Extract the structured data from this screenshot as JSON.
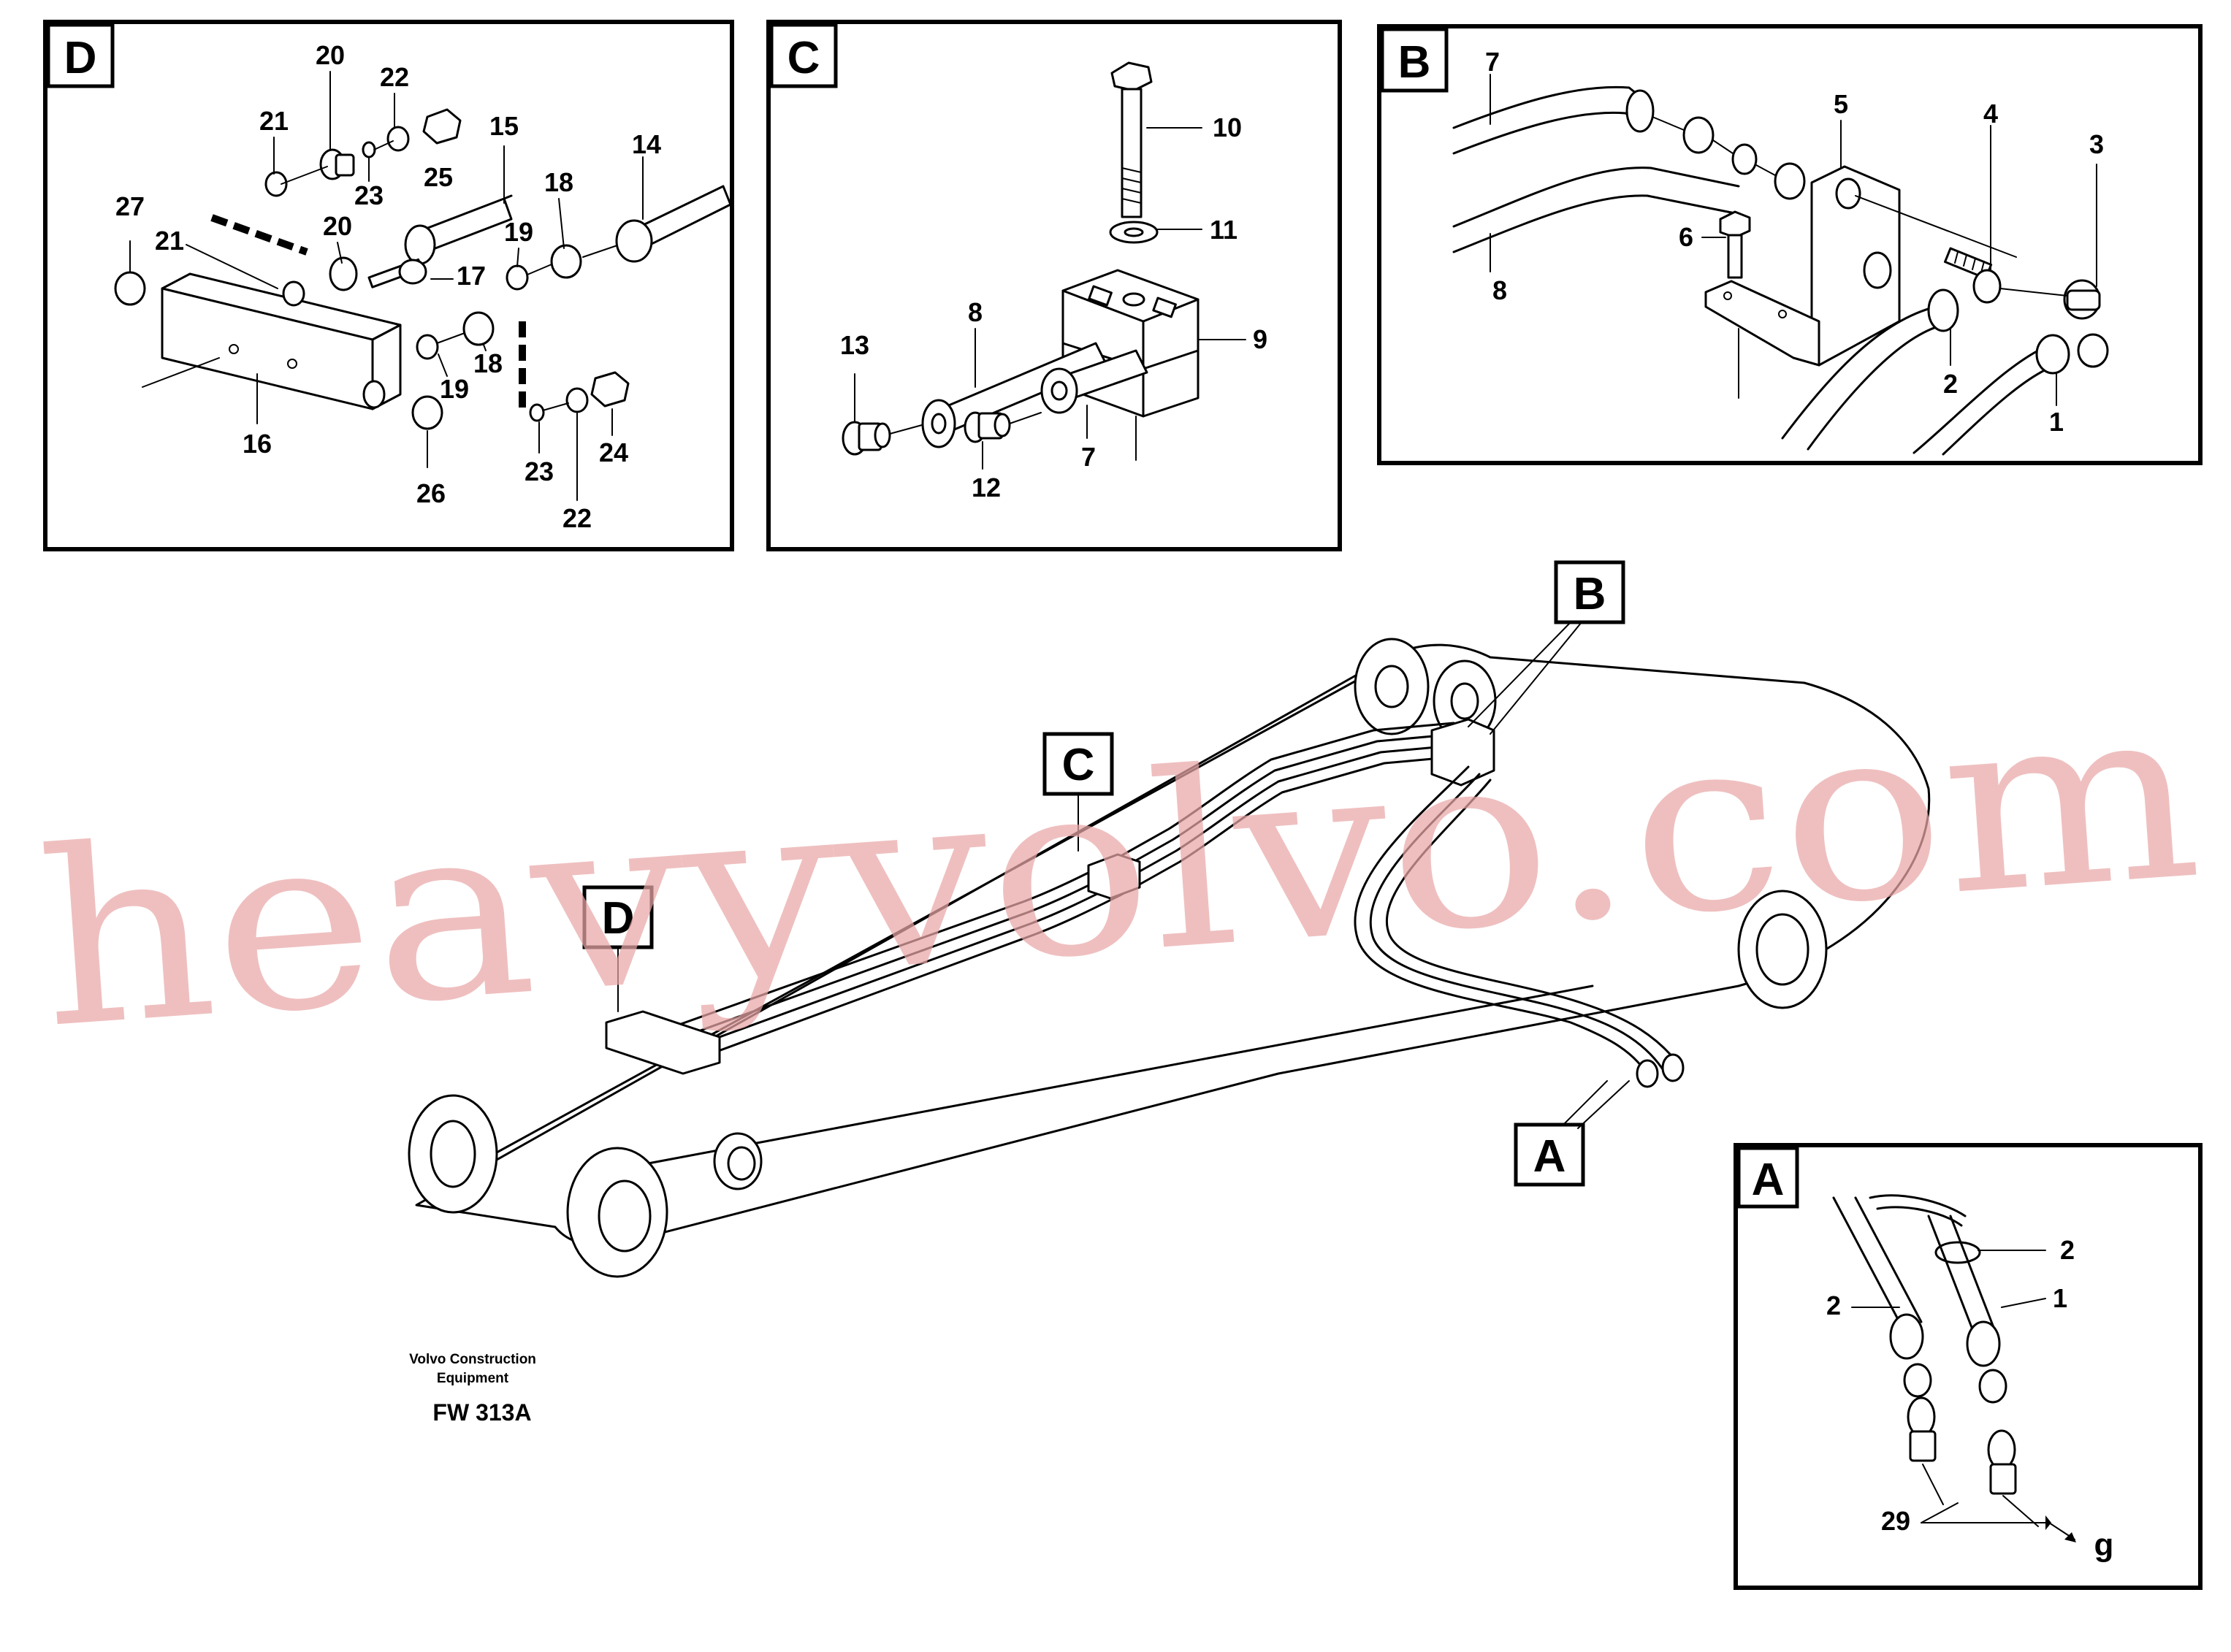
{
  "panels": {
    "D": {
      "tag": "D",
      "labels": [
        "20",
        "22",
        "21",
        "23",
        "25",
        "15",
        "14",
        "27",
        "21",
        "20",
        "19",
        "18",
        "17",
        "19",
        "18",
        "16",
        "26",
        "23",
        "22",
        "24"
      ]
    },
    "C": {
      "tag": "C",
      "labels": [
        "10",
        "11",
        "8",
        "9",
        "13",
        "12",
        "7"
      ]
    },
    "B": {
      "tag": "B",
      "labels": [
        "7",
        "5",
        "4",
        "3",
        "6",
        "8",
        "2",
        "1"
      ]
    },
    "A": {
      "tag": "A",
      "labels": [
        "2",
        "2",
        "1",
        "29",
        "g"
      ]
    }
  },
  "callouts": [
    "B",
    "C",
    "D",
    "A"
  ],
  "credit": {
    "line1": "Volvo Construction",
    "line2": "Equipment",
    "code": "FW 313A"
  },
  "watermark": "heavyvolvo.com"
}
